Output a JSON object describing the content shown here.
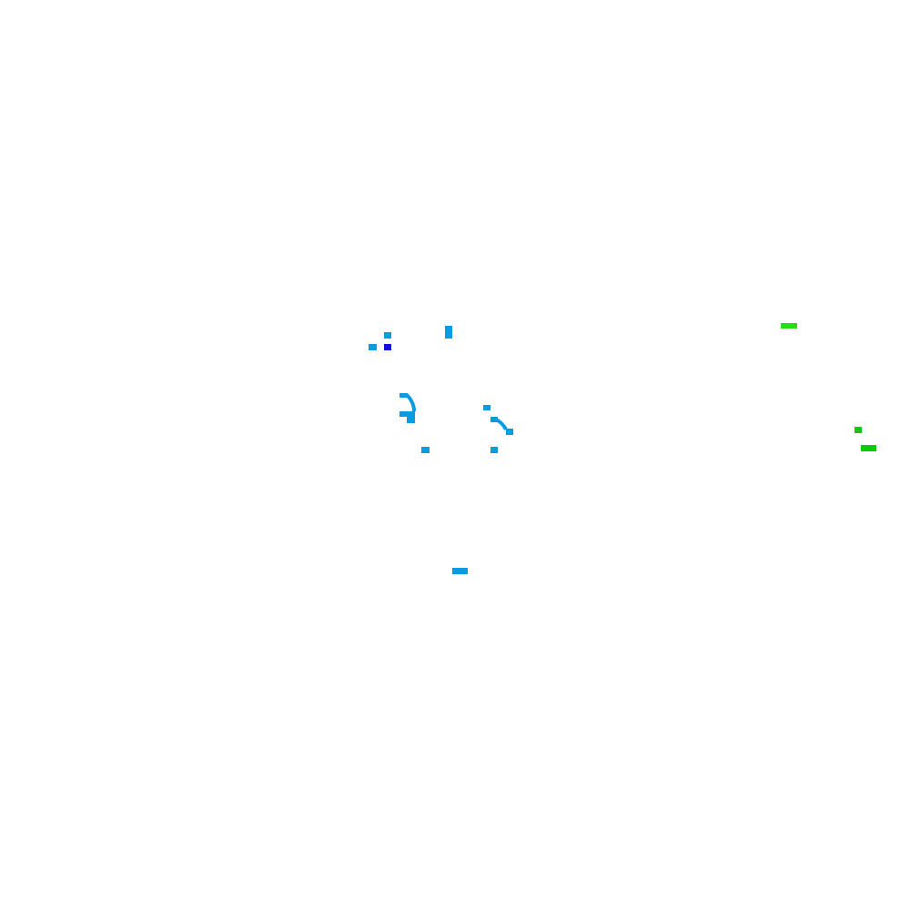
{
  "palette": {
    "background": "#ffffff",
    "sky_blue": "#0b9be0",
    "deep_blue": "#1010e0",
    "bright_green": "#22e012",
    "green": "#10c810"
  },
  "fragments": [
    {
      "id": "blue-fragment-1",
      "color": "sky_blue"
    },
    {
      "id": "blue-fragment-2",
      "color": "sky_blue"
    },
    {
      "id": "blue-fragment-3",
      "color": "deep_blue"
    },
    {
      "id": "blue-fragment-4",
      "color": "sky_blue"
    },
    {
      "id": "blue-fragment-5",
      "color": "sky_blue"
    },
    {
      "id": "blue-fragment-6",
      "color": "sky_blue"
    },
    {
      "id": "blue-fragment-7",
      "color": "sky_blue"
    },
    {
      "id": "blue-fragment-8",
      "color": "sky_blue"
    },
    {
      "id": "blue-fragment-9",
      "color": "sky_blue"
    },
    {
      "id": "blue-fragment-10",
      "color": "sky_blue"
    },
    {
      "id": "blue-fragment-11",
      "color": "sky_blue"
    },
    {
      "id": "blue-fragment-12",
      "color": "sky_blue"
    },
    {
      "id": "blue-fragment-13",
      "color": "sky_blue"
    },
    {
      "id": "blue-fragment-14",
      "color": "sky_blue"
    },
    {
      "id": "blue-fragment-15",
      "color": "sky_blue"
    },
    {
      "id": "green-fragment-1",
      "color": "bright_green"
    },
    {
      "id": "green-fragment-2",
      "color": "green"
    },
    {
      "id": "green-fragment-3",
      "color": "green"
    }
  ]
}
